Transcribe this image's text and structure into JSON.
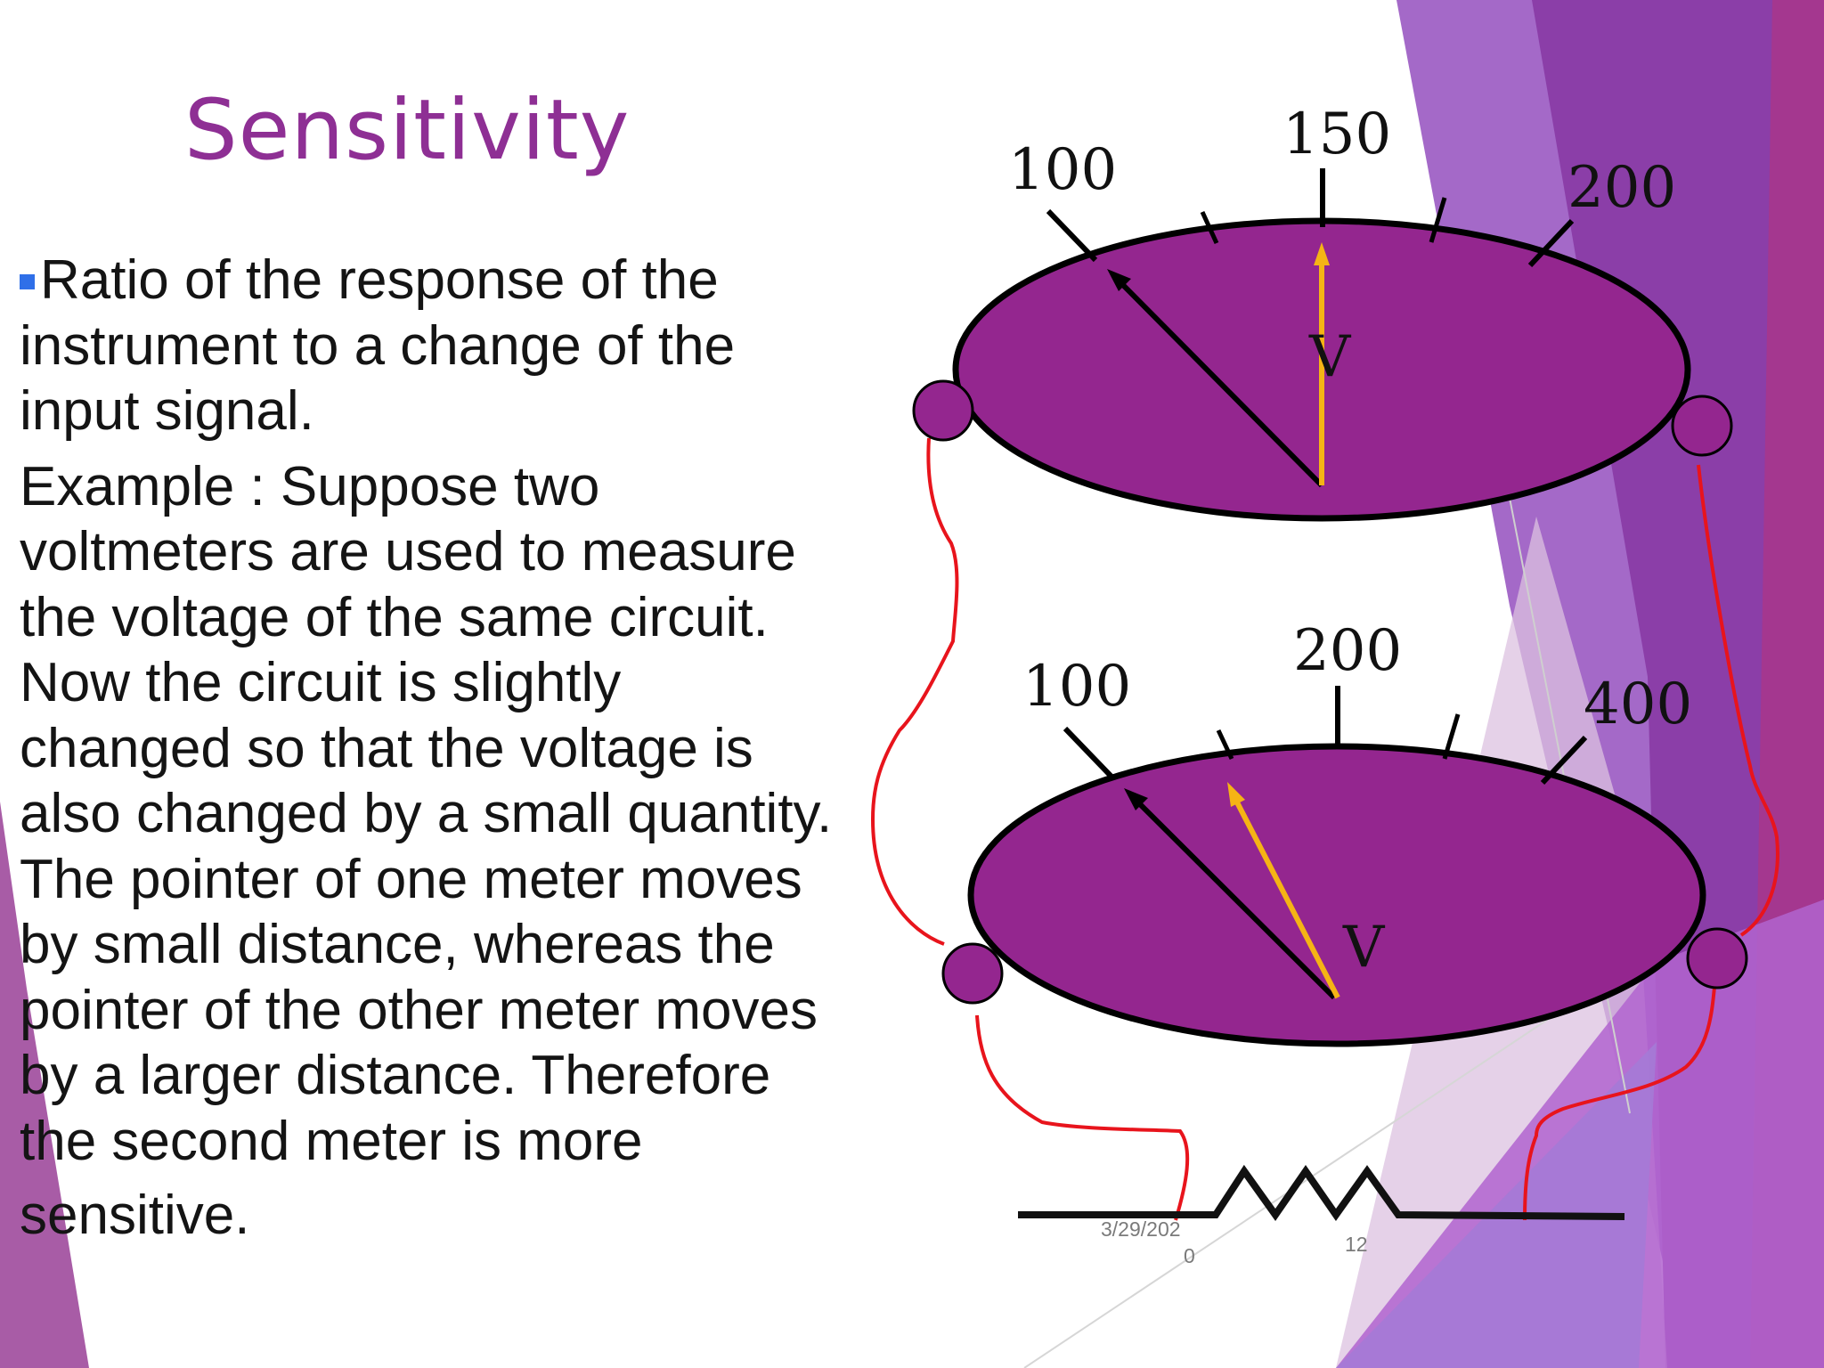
{
  "slide": {
    "title": "Sensitivity",
    "bullet_text": "Ratio of the response of the instrument to a change of the input signal.",
    "example_text": "Example : Suppose two voltmeters are used to measure the voltage of the same circuit. Now the circuit is slightly changed so that the voltage is also changed by a small quantity. The pointer of one meter moves by small distance, whereas the pointer of the other meter moves by a larger distance. Therefore the second meter is more",
    "example_last_word": "sensitive."
  },
  "meter1": {
    "label_left": "100",
    "label_middle": "150",
    "label_right": "200",
    "symbol": "V"
  },
  "meter2": {
    "label_left": "100",
    "label_middle": "200",
    "label_right": "400",
    "symbol": "V"
  },
  "footer": {
    "date_line1": "3/29/202",
    "date_line2": "0",
    "page_number": "12"
  },
  "colors": {
    "title": "#8e2f94",
    "meter_fill": "#94268f",
    "pointer_yellow": "#f5b415",
    "wire_red": "#e8141c",
    "bullet_blue": "#2f6fe8"
  }
}
